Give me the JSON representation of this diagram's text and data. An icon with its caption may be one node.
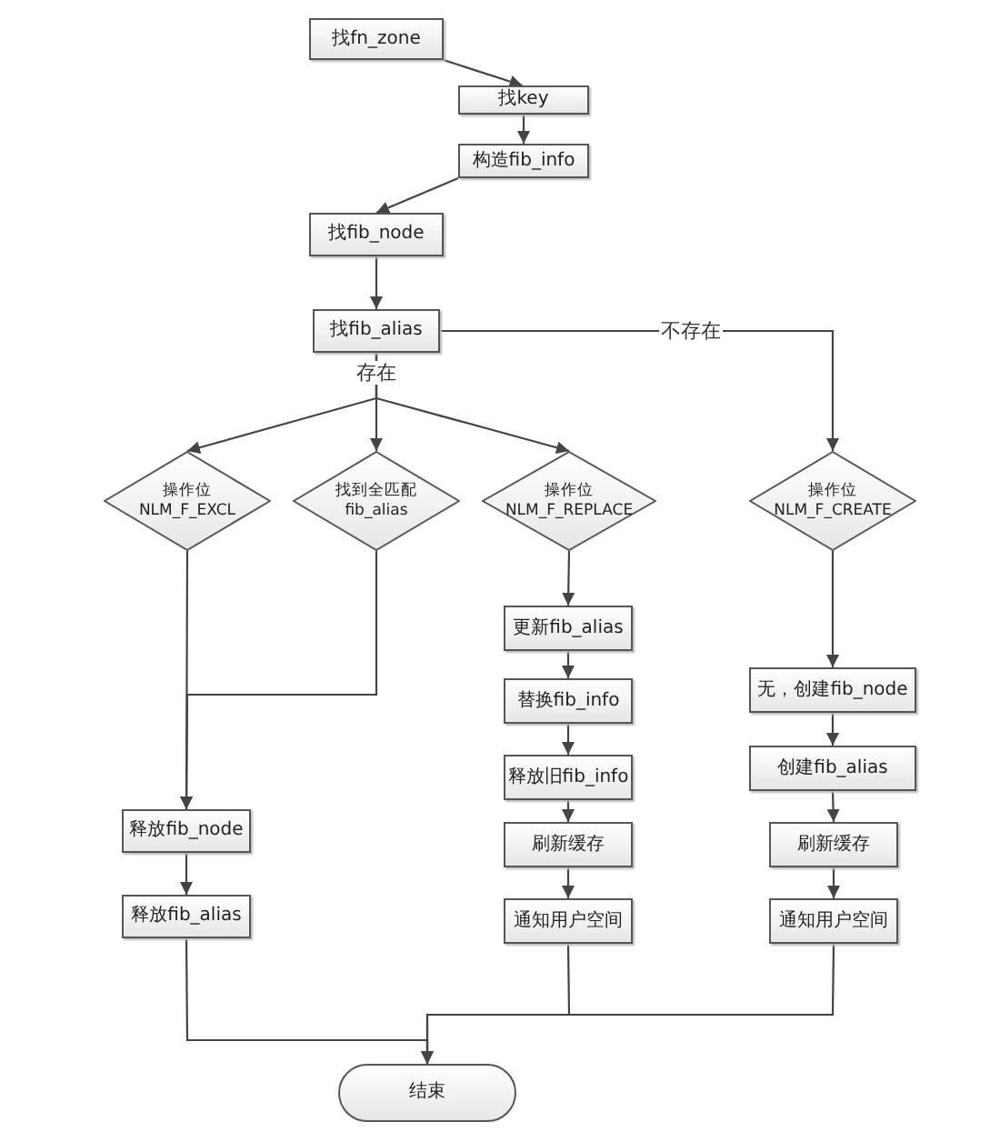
{
  "diagram": {
    "nodes": [
      {
        "text": [
          "找fn_zone"
        ]
      },
      {
        "text": [
          "找key"
        ]
      },
      {
        "text": [
          "构造fib_info"
        ]
      },
      {
        "text": [
          "找fib_node"
        ]
      },
      {
        "text": [
          "找fib_alias"
        ]
      },
      {
        "text": [
          "操作位 NLM_F_EXCL"
        ]
      },
      {
        "text": [
          "找到全匹配 fib_alias"
        ]
      },
      {
        "text": [
          "操作位 NLM_F_REPLACE"
        ]
      },
      {
        "text": [
          "操作位 NLM_F_CREATE"
        ]
      },
      {
        "text": [
          "更新fib_alias"
        ]
      },
      {
        "text": [
          "替换fib_info"
        ]
      },
      {
        "text": [
          "释放旧fib_info"
        ]
      },
      {
        "text": [
          "刷新缓存"
        ]
      },
      {
        "text": [
          "通知用户空间"
        ]
      },
      {
        "text": [
          "无，创建fib_node"
        ]
      },
      {
        "text": [
          "创建fib_alias"
        ]
      },
      {
        "text": [
          "刷新缓存"
        ]
      },
      {
        "text": [
          "通知用户空间"
        ]
      },
      {
        "text": [
          "释放fib_node"
        ]
      },
      {
        "text": [
          "释放fib_alias"
        ]
      },
      {
        "text": [
          "结束"
        ]
      }
    ],
    "edges": [
      {
        "from": 0,
        "to": 1,
        "arrow": "to"
      },
      {
        "from": 1,
        "to": 2,
        "arrow": "to"
      },
      {
        "from": 2,
        "to": 3,
        "arrow": "to"
      },
      {
        "from": 3,
        "to": 4,
        "arrow": "to"
      },
      {
        "from": 4,
        "to": 5,
        "arrow": "to"
      },
      {
        "from": 4,
        "to": 6,
        "arrow": "to",
        "label": "存在"
      },
      {
        "from": 4,
        "to": 7,
        "arrow": "to"
      },
      {
        "from": 4,
        "to": 8,
        "arrow": "to",
        "label": "不存在"
      },
      {
        "from": 5,
        "to": 18,
        "arrow": "to"
      },
      {
        "from": 6,
        "to": 18,
        "arrow": "to"
      },
      {
        "from": 7,
        "to": 9,
        "arrow": "to"
      },
      {
        "from": 9,
        "to": 10,
        "arrow": "to"
      },
      {
        "from": 10,
        "to": 11,
        "arrow": "to"
      },
      {
        "from": 11,
        "to": 12,
        "arrow": "to"
      },
      {
        "from": 12,
        "to": 13,
        "arrow": "to"
      },
      {
        "from": 8,
        "to": 14,
        "arrow": "to"
      },
      {
        "from": 14,
        "to": 15,
        "arrow": "to"
      },
      {
        "from": 15,
        "to": 16,
        "arrow": "to"
      },
      {
        "from": 16,
        "to": 17,
        "arrow": "to"
      },
      {
        "from": 18,
        "to": 19,
        "arrow": "to"
      },
      {
        "from": 19,
        "to": 20,
        "arrow": "to"
      },
      {
        "from": 13,
        "to": 20,
        "arrow": "to"
      },
      {
        "from": 17,
        "to": 20,
        "arrow": "to"
      }
    ]
  }
}
